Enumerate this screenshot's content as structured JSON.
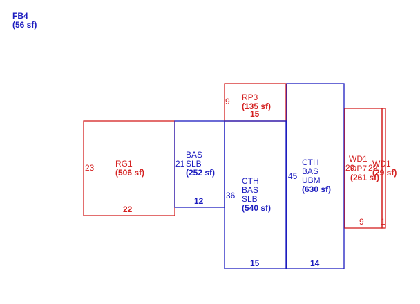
{
  "colors": {
    "living": "#1c1cbf",
    "other": "#d42020"
  },
  "fb4": {
    "code": "FB4",
    "area": "(56 sf)"
  },
  "rg1": {
    "code": "RG1",
    "area": "(506 sf)",
    "left_dim": "23",
    "bottom_dim": "22"
  },
  "bas_slb": {
    "line1": "BAS",
    "line2": "SLB",
    "area": "(252 sf)",
    "left_dim": "21",
    "bottom_dim": "12"
  },
  "rp3": {
    "code": "RP3",
    "area": "(135 sf)",
    "left_dim": "9",
    "bottom_dim": "15"
  },
  "cth_bas_slb": {
    "line1": "CTH",
    "line2": "BAS",
    "line3": "SLB",
    "area": "(540 sf)",
    "left_dim": "36",
    "bottom_dim": "15"
  },
  "cth_bas_ubm": {
    "line1": "CTH",
    "line2": "BAS",
    "line3": "UBM",
    "area": "(630 sf)",
    "left_dim": "45",
    "bottom_dim": "14"
  },
  "wd1_a": {
    "code": "WD1",
    "left_dim": "29",
    "bottom_dim": "9"
  },
  "op7": {
    "code": "OP7",
    "area": "(261 sf)"
  },
  "wd1_b": {
    "code": "WD1",
    "area": "(29 sf)",
    "left_dim": "29",
    "bottom_dim": "1"
  }
}
